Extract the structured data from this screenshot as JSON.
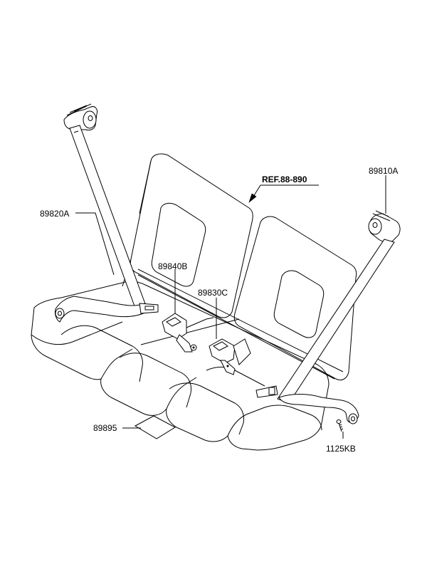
{
  "reference": "REF.88-890",
  "labels": {
    "belt_right": "89810A",
    "belt_left": "89820A",
    "buckle_left": "89840B",
    "buckle_center": "89830C",
    "pad": "89895",
    "bolt": "1125KB"
  }
}
